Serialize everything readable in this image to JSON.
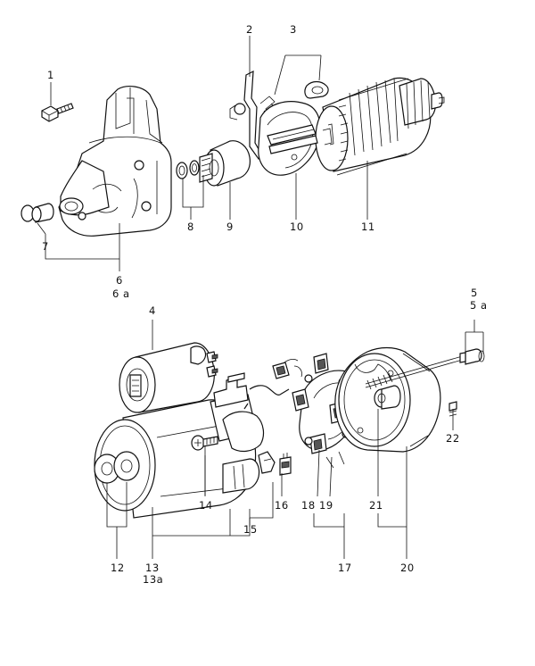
{
  "callouts": {
    "c1": "1",
    "c2": "2",
    "c3": "3",
    "c6": "6",
    "c6a": "6 a",
    "c7": "7",
    "c8": "8",
    "c9": "9",
    "c10": "10",
    "c11": "11",
    "c4": "4",
    "c5": "5",
    "c5a": "5 a",
    "c12": "12",
    "c13": "13",
    "c13a": "13a",
    "c14": "14",
    "c15": "15",
    "c16": "16",
    "c17": "17",
    "c18": "18",
    "c19": "19",
    "c20": "20",
    "c21": "21",
    "c22": "22"
  },
  "parts": [
    "bolt-icon",
    "shift-lever-icon",
    "spring-and-clip-icon",
    "solenoid-icon",
    "through-bolt-icon",
    "drive-end-housing-icon",
    "bushing-and-cap-icon",
    "washer-set-icon",
    "pinion-drive-icon",
    "intermediate-plate-icon",
    "armature-icon",
    "end-cap-and-washer-icon",
    "field-frame-icon",
    "field-coil-screw-icon",
    "brush-holder-icon",
    "commutator-end-frame-icon",
    "small-screw-icon"
  ]
}
